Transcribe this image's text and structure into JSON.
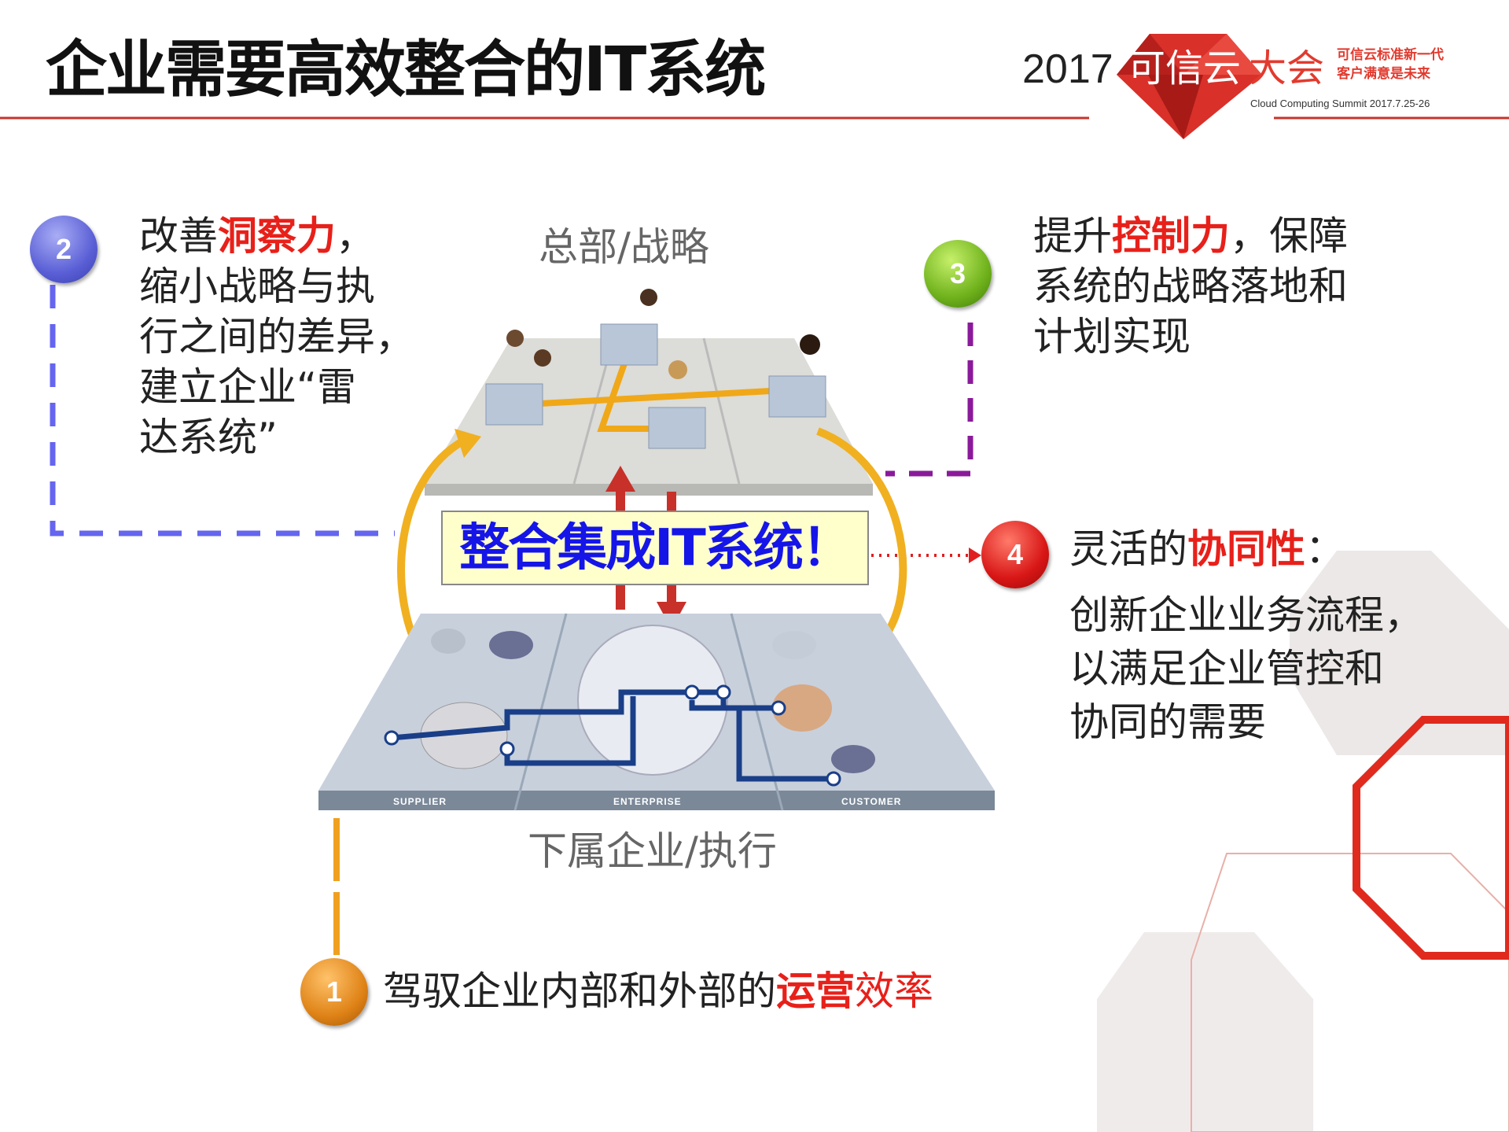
{
  "slide": {
    "title": "企业需要高效整合的IT系统"
  },
  "logo": {
    "year": "2017",
    "name_white": "可信云",
    "name_red": "大会",
    "slogan_line1": "可信云标准新一代",
    "slogan_line2": "客户满意是未来",
    "subtitle": "Cloud Computing Summit 2017.7.25-26"
  },
  "diagram": {
    "top_label": "总部/战略",
    "bottom_label": "下属企业/执行",
    "center_box": "整合集成IT系统！",
    "platform_labels": [
      "SUPPLIER",
      "ENTERPRISE",
      "CUSTOMER"
    ]
  },
  "points": [
    {
      "number": "1",
      "color": "#df8317",
      "text_before": "驾驭企业内部和外部的",
      "highlight": "运营",
      "text_after": "效率"
    },
    {
      "number": "2",
      "color": "#5a5fd6",
      "text_before": "改善",
      "highlight": "洞察力",
      "text_after": "，",
      "lines": [
        "缩小战略与执",
        "行之间的差异，",
        "建立企业“雷",
        "达系统”"
      ]
    },
    {
      "number": "3",
      "color": "#6fb21c",
      "text_before": "提升",
      "highlight": "控制力",
      "text_after": "，保障",
      "lines": [
        "系统的战略落地和",
        "计划实现"
      ]
    },
    {
      "number": "4",
      "color": "#d81616",
      "text_before": "灵活的",
      "highlight": "协同性",
      "text_after": "：",
      "lines": [
        "创新企业业务流程，",
        "以满足企业管控和",
        "协同的需要"
      ]
    }
  ],
  "colors": {
    "accent_red": "#e8201a",
    "header_line": "#c8342a",
    "box_text": "#1515e8"
  }
}
